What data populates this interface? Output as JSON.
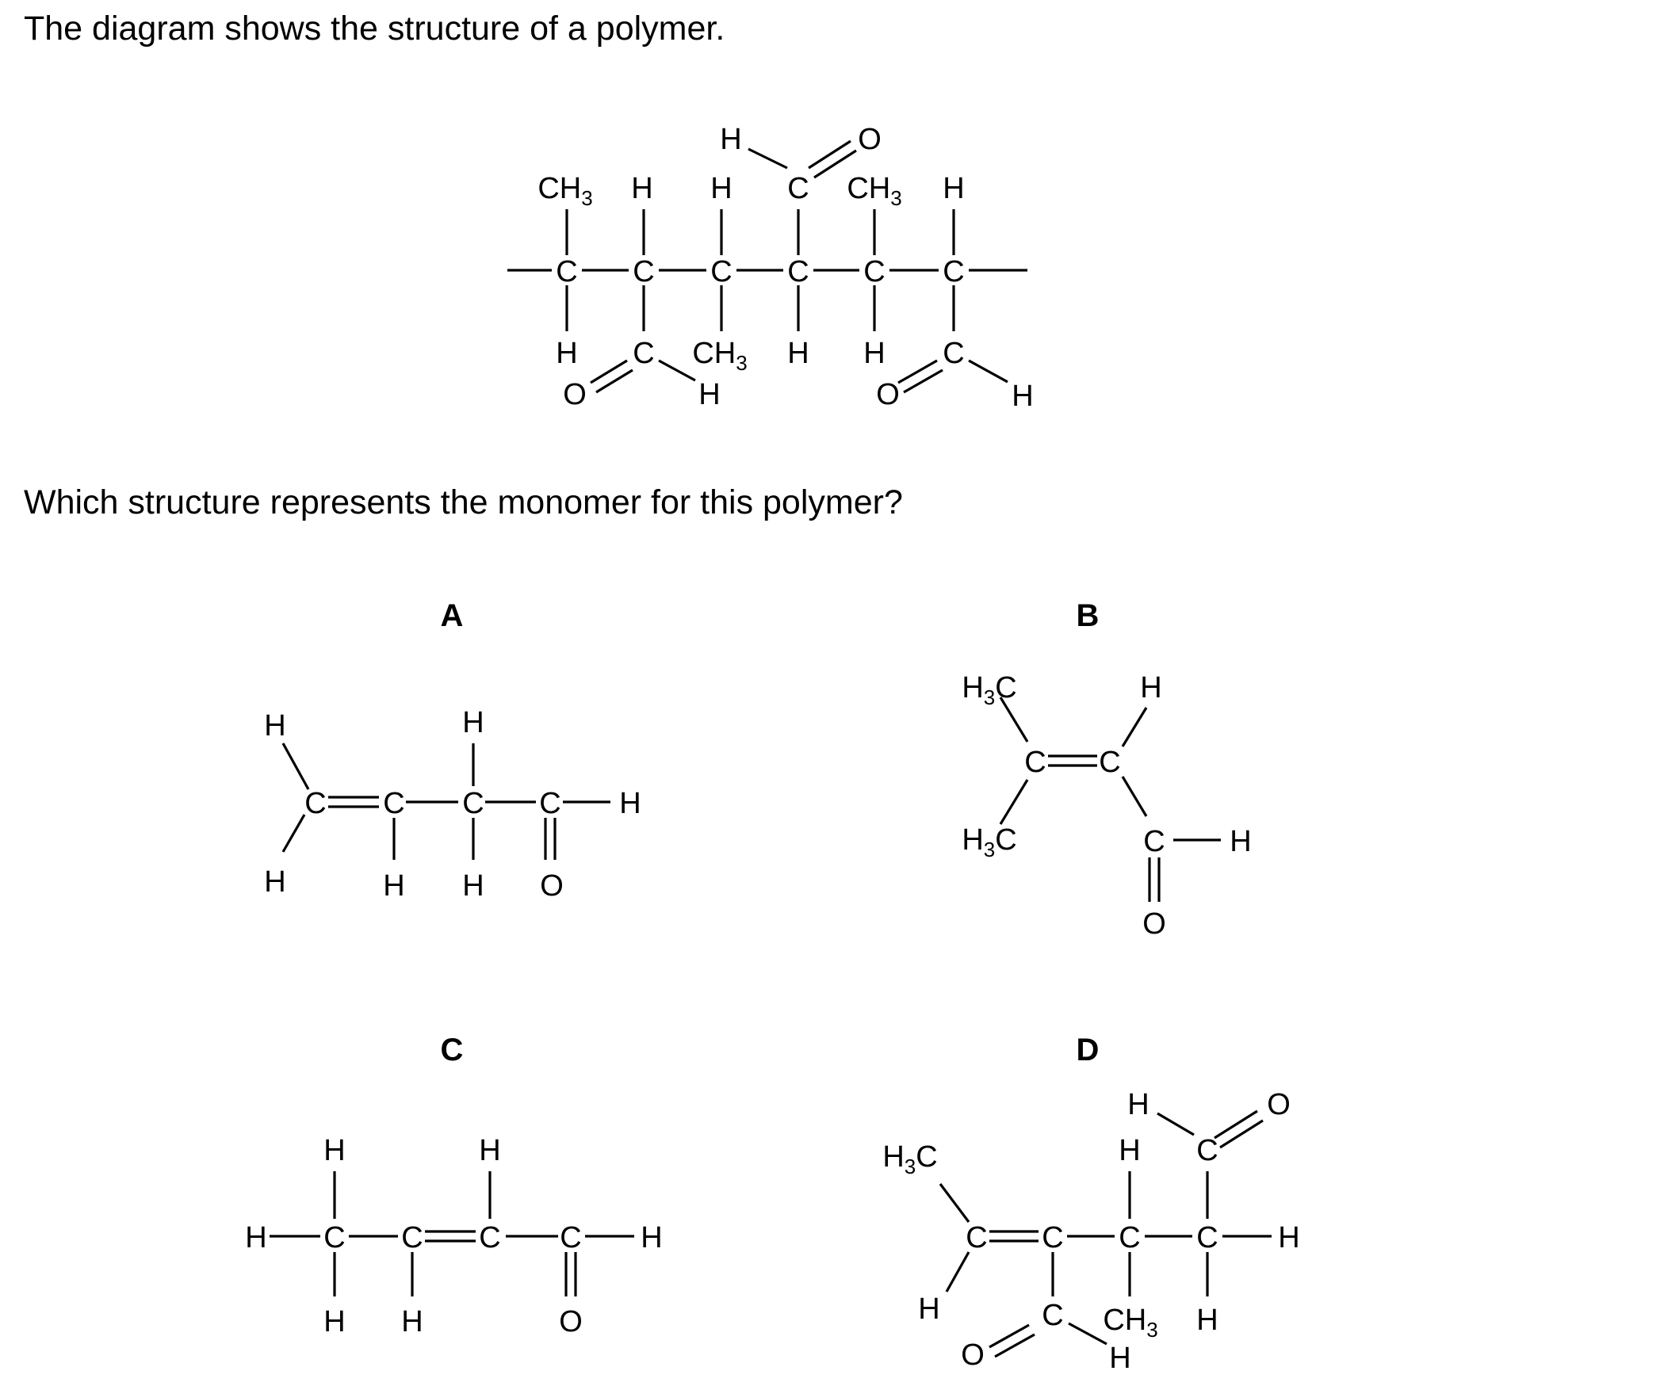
{
  "question": {
    "intro": "The diagram shows the structure of a polymer.",
    "prompt": "Which structure represents the monomer for this polymer?"
  },
  "options": [
    {
      "letter": "A"
    },
    {
      "letter": "B"
    },
    {
      "letter": "C"
    },
    {
      "letter": "D"
    }
  ],
  "atoms": {
    "carbon": "C",
    "hydrogen": "H",
    "oxygen": "O",
    "methyl": "CH",
    "methyl_left": "H",
    "methyl_left_c": "C",
    "subscript": "3"
  }
}
